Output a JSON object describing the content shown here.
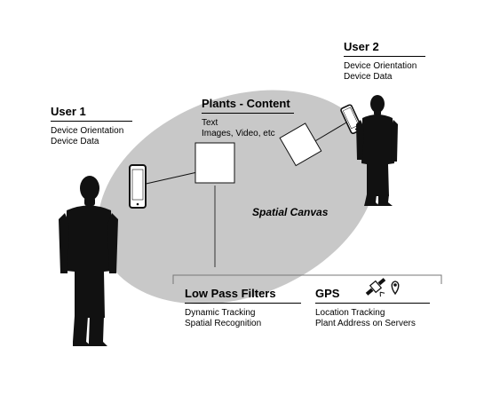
{
  "user1": {
    "title": "User 1",
    "lines": [
      "Device Orientation",
      "Device Data"
    ]
  },
  "user2": {
    "title": "User 2",
    "lines": [
      "Device Orientation",
      "Device Data"
    ]
  },
  "plants": {
    "title": "Plants - Content",
    "lines": [
      "Text",
      "Images, Video, etc"
    ]
  },
  "canvas_label": "Spatial Canvas",
  "low_pass": {
    "title": "Low Pass Filters",
    "lines": [
      "Dynamic Tracking",
      "Spatial Recognition"
    ]
  },
  "gps": {
    "title": "GPS",
    "lines": [
      "Location Tracking",
      "Plant Address on Servers"
    ],
    "icons": [
      "satellite-icon",
      "location-pin-icon"
    ]
  },
  "colors": {
    "ellipse": "#c8c8c8",
    "ink": "#111111",
    "bracket": "#777777",
    "card": "#ffffff"
  }
}
